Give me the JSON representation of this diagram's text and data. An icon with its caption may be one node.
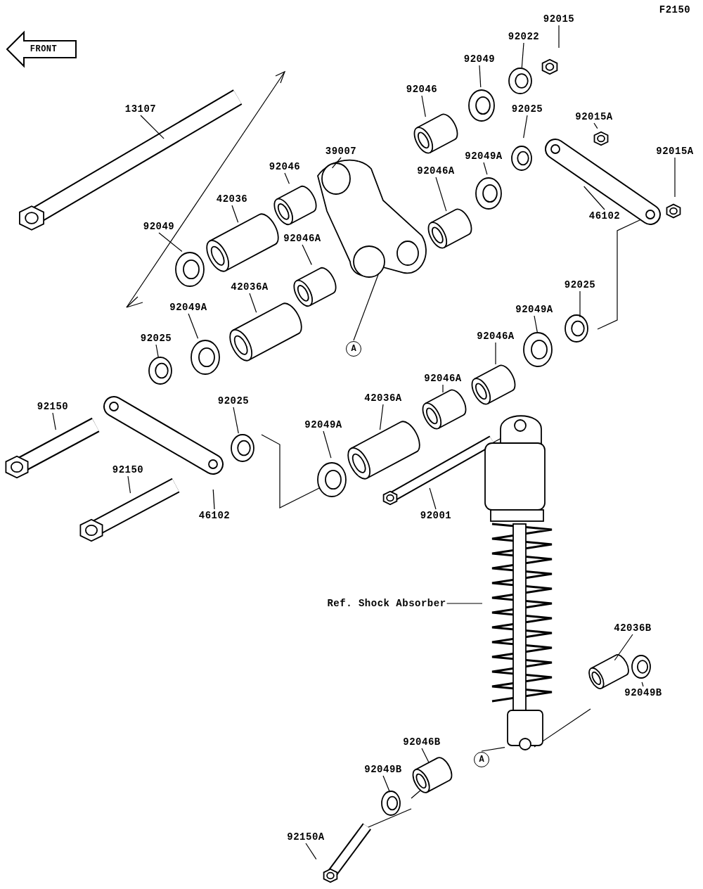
{
  "diagram": {
    "nodes": [
      {
        "text": [
          "92015"
        ]
      },
      {
        "text": [
          "92022"
        ]
      },
      {
        "text": [
          "92049"
        ]
      },
      {
        "text": [
          "92046"
        ]
      },
      {
        "text": [
          "13107"
        ]
      },
      {
        "text": [
          "92015A"
        ]
      },
      {
        "text": [
          "92025"
        ]
      },
      {
        "text": [
          "39007"
        ]
      },
      {
        "text": [
          "92015A"
        ]
      },
      {
        "text": [
          "92046"
        ]
      },
      {
        "text": [
          "92049A"
        ]
      },
      {
        "text": [
          "92046A"
        ]
      },
      {
        "text": [
          "42036"
        ]
      },
      {
        "text": [
          "46102"
        ]
      },
      {
        "text": [
          "92049"
        ]
      },
      {
        "text": [
          "92046A"
        ]
      },
      {
        "text": [
          "92025"
        ]
      },
      {
        "text": [
          "42036A"
        ]
      },
      {
        "text": [
          "92049A"
        ]
      },
      {
        "text": [
          "92049A"
        ]
      },
      {
        "text": [
          "92046A"
        ]
      },
      {
        "text": [
          "A"
        ]
      },
      {
        "text": [
          "92025"
        ]
      },
      {
        "text": [
          "92046A"
        ]
      },
      {
        "text": [
          "42036A"
        ]
      },
      {
        "text": [
          "92025"
        ]
      },
      {
        "text": [
          "92150"
        ]
      },
      {
        "text": [
          "92049A"
        ]
      },
      {
        "text": [
          "92150"
        ]
      },
      {
        "text": [
          "46102"
        ]
      },
      {
        "text": [
          "92001"
        ]
      },
      {
        "text": [
          "Ref. Shock Absorber"
        ]
      },
      {
        "text": [
          "42036B"
        ]
      },
      {
        "text": [
          "92049B"
        ]
      },
      {
        "text": [
          "92046B"
        ]
      },
      {
        "text": [
          "A"
        ]
      },
      {
        "text": [
          "92049B"
        ]
      },
      {
        "text": [
          "92150A"
        ]
      }
    ],
    "edges": [
      {
        "from": 0,
        "to": null,
        "arrow": "none"
      },
      {
        "from": 1,
        "to": null,
        "arrow": "none"
      },
      {
        "from": 2,
        "to": null,
        "arrow": "none"
      },
      {
        "from": 3,
        "to": null,
        "arrow": "none"
      },
      {
        "from": 4,
        "to": null,
        "arrow": "none"
      },
      {
        "from": 5,
        "to": null,
        "arrow": "none"
      },
      {
        "from": 6,
        "to": null,
        "arrow": "none"
      },
      {
        "from": 7,
        "to": null,
        "arrow": "none"
      },
      {
        "from": 8,
        "to": null,
        "arrow": "none"
      },
      {
        "from": 9,
        "to": null,
        "arrow": "none"
      },
      {
        "from": 10,
        "to": null,
        "arrow": "none"
      },
      {
        "from": 11,
        "to": null,
        "arrow": "none"
      },
      {
        "from": 12,
        "to": null,
        "arrow": "none"
      },
      {
        "from": 13,
        "to": null,
        "arrow": "none"
      },
      {
        "from": 14,
        "to": null,
        "arrow": "none"
      },
      {
        "from": 15,
        "to": null,
        "arrow": "none"
      },
      {
        "from": 16,
        "to": null,
        "arrow": "none"
      },
      {
        "from": 17,
        "to": null,
        "arrow": "none"
      },
      {
        "from": 18,
        "to": null,
        "arrow": "none"
      },
      {
        "from": 19,
        "to": null,
        "arrow": "none"
      },
      {
        "from": 20,
        "to": null,
        "arrow": "none"
      },
      {
        "from": 21,
        "to": null,
        "arrow": "none"
      },
      {
        "from": 22,
        "to": null,
        "arrow": "none"
      },
      {
        "from": 23,
        "to": null,
        "arrow": "none"
      },
      {
        "from": 24,
        "to": null,
        "arrow": "none"
      },
      {
        "from": 25,
        "to": null,
        "arrow": "none"
      },
      {
        "from": 26,
        "to": null,
        "arrow": "none"
      },
      {
        "from": 27,
        "to": null,
        "arrow": "none"
      },
      {
        "from": 28,
        "to": null,
        "arrow": "none"
      },
      {
        "from": 29,
        "to": null,
        "arrow": "none"
      },
      {
        "from": 30,
        "to": null,
        "arrow": "none"
      },
      {
        "from": 31,
        "to": null,
        "arrow": "none"
      },
      {
        "from": 32,
        "to": null,
        "arrow": "none"
      },
      {
        "from": 33,
        "to": null,
        "arrow": "none"
      },
      {
        "from": 34,
        "to": null,
        "arrow": "none"
      },
      {
        "from": 35,
        "to": null,
        "arrow": "none"
      },
      {
        "from": 36,
        "to": null,
        "arrow": "none"
      },
      {
        "from": 37,
        "to": null,
        "arrow": "none"
      }
    ],
    "labels": [
      "F2150",
      "FRONT"
    ]
  }
}
